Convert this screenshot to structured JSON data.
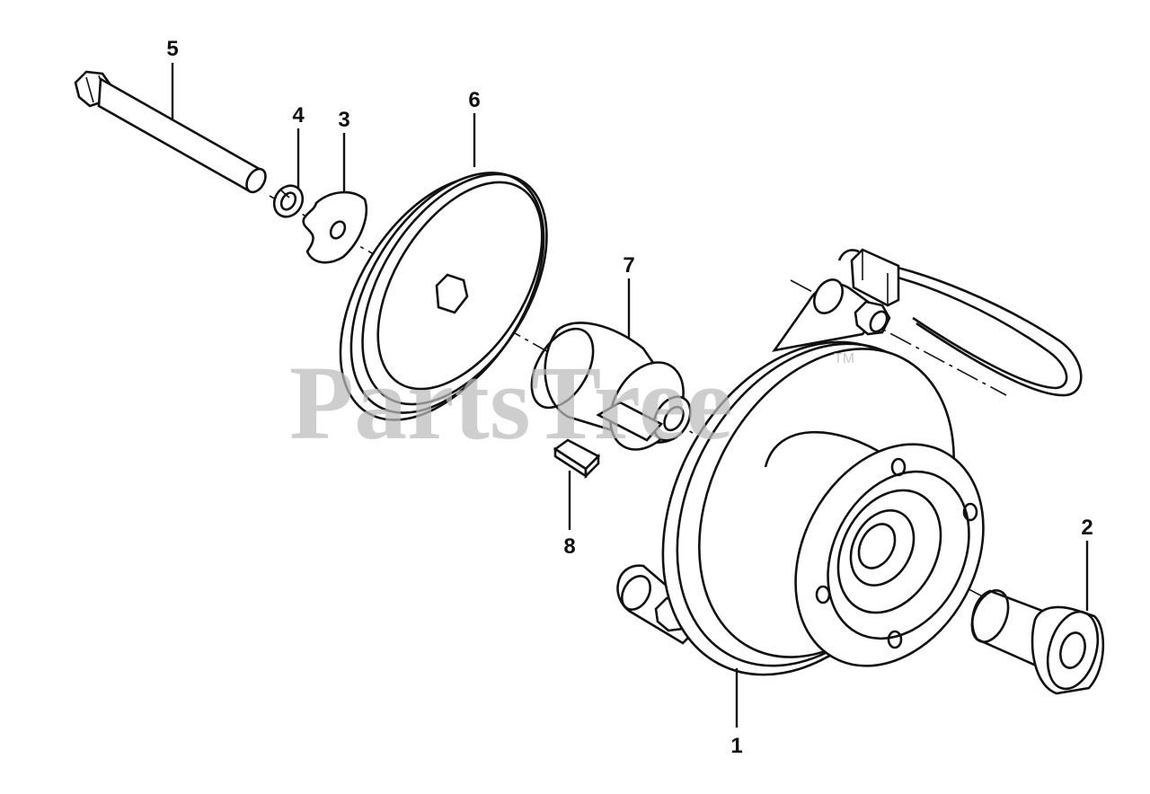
{
  "diagram": {
    "callouts": [
      {
        "id": "1",
        "label": "1"
      },
      {
        "id": "2",
        "label": "2"
      },
      {
        "id": "3",
        "label": "3"
      },
      {
        "id": "4",
        "label": "4"
      },
      {
        "id": "5",
        "label": "5"
      },
      {
        "id": "6",
        "label": "6"
      },
      {
        "id": "7",
        "label": "7"
      },
      {
        "id": "8",
        "label": "8"
      }
    ]
  },
  "watermark": {
    "text": "PartsTree",
    "tm": "TM"
  },
  "colors": {
    "line": "#111111",
    "background": "#ffffff",
    "watermark": "#bcbcbc"
  }
}
